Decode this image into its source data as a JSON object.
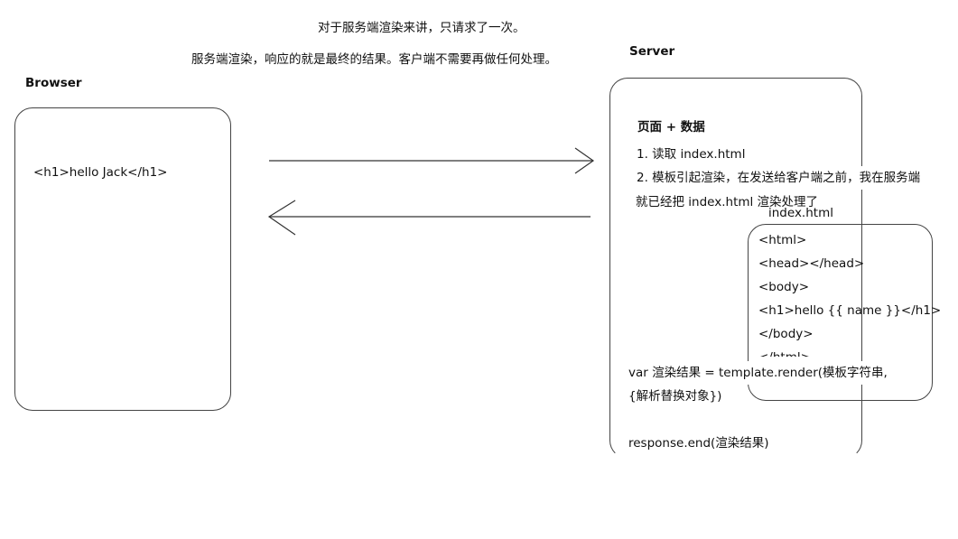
{
  "notes": [
    "对于服务端渲染来讲，只请求了一次。",
    "服务端渲染，响应的就是最终的结果。客户端不需要再做任何处理。"
  ],
  "browser": {
    "title": "Browser",
    "content": "<h1>hello Jack</h1>"
  },
  "server": {
    "title": "Server",
    "heading": "页面 + 数据",
    "step1": "1. 读取 index.html",
    "step2a": "2. 模板引起渲染，在发送给客户端之前，我在服务端",
    "step2b": "就已经把 index.html 渲染处理了",
    "file_label": "index.html",
    "file_lines": [
      "<html>",
      "<head></head>",
      "<body>",
      "<h1>hello {{ name }}</h1>",
      "</body>",
      "</html>"
    ],
    "code1": "var 渲染结果 = template.render(模板字符串,",
    "code2": "{解析替换对象})",
    "code3": "response.end(渲染结果)"
  }
}
